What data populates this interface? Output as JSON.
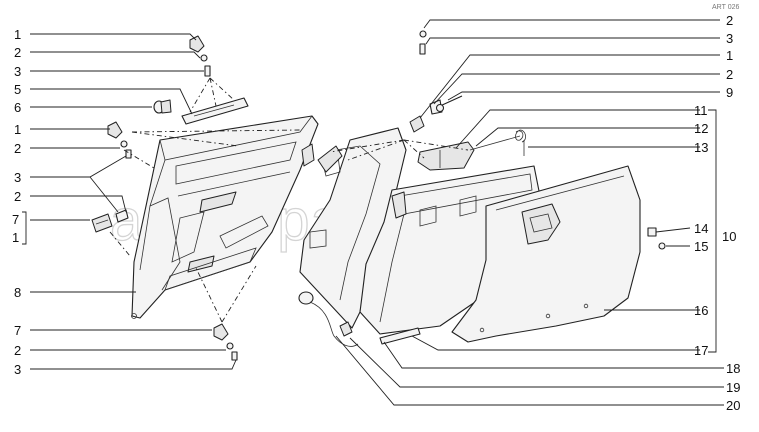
{
  "watermark": "ansat-parts.ru",
  "corner_mark": "ART 026",
  "labels_left": [
    {
      "text": "1"
    },
    {
      "text": "2"
    },
    {
      "text": "3"
    },
    {
      "text": "5"
    },
    {
      "text": "6"
    },
    {
      "text": "1"
    },
    {
      "text": "2"
    },
    {
      "text": "3"
    },
    {
      "text": "2"
    },
    {
      "text": "7"
    },
    {
      "text": "1"
    },
    {
      "text": "8"
    },
    {
      "text": "7"
    },
    {
      "text": "2"
    },
    {
      "text": "3"
    }
  ],
  "labels_right": [
    {
      "text": "2"
    },
    {
      "text": "3"
    },
    {
      "text": "1"
    },
    {
      "text": "2"
    },
    {
      "text": "9"
    },
    {
      "text": "11"
    },
    {
      "text": "12"
    },
    {
      "text": "13"
    },
    {
      "text": "14"
    },
    {
      "text": "10"
    },
    {
      "text": "15"
    },
    {
      "text": "16"
    },
    {
      "text": "17"
    },
    {
      "text": "18"
    },
    {
      "text": "19"
    },
    {
      "text": "20"
    }
  ]
}
